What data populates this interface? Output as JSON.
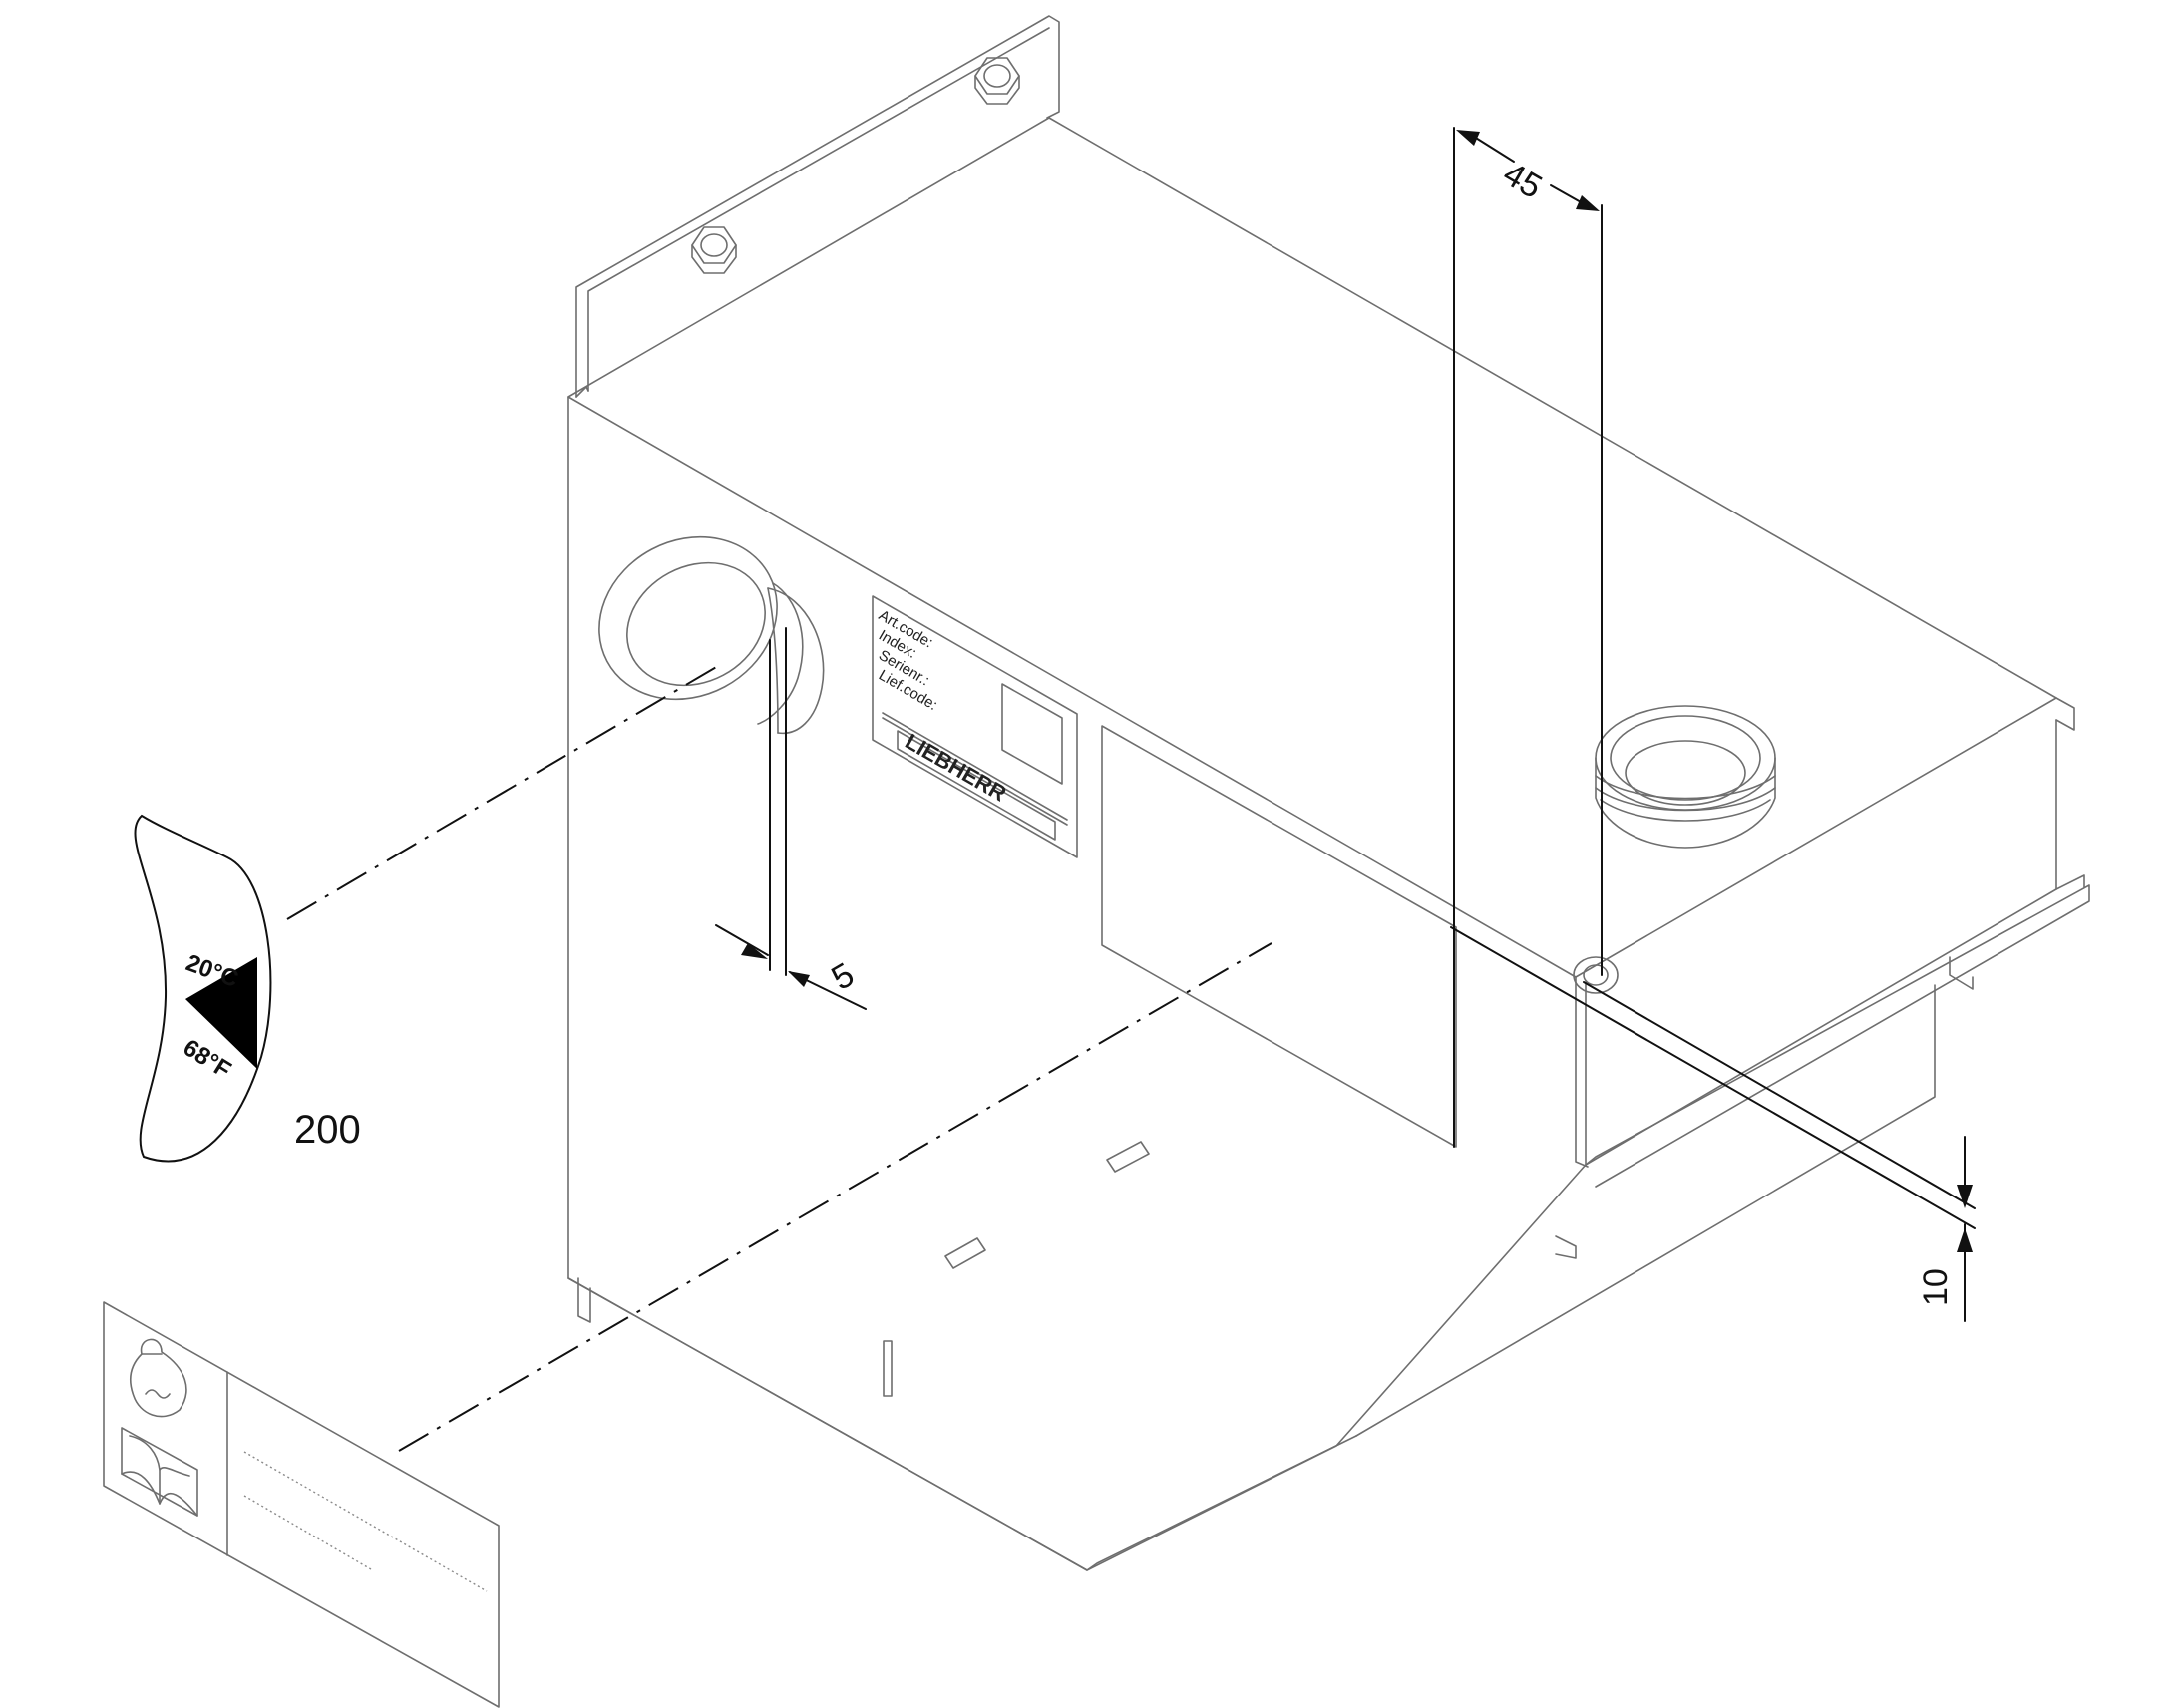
{
  "dimensions": {
    "top_width": "45",
    "gap": "5",
    "edge_offset": "10"
  },
  "decal": {
    "celsius": "20°C",
    "fahrenheit": "68°F",
    "item_number": "200"
  },
  "nameplate": {
    "lines": [
      "Art.code:",
      "Index:",
      "Serienr.:",
      "Lief.code:"
    ],
    "brand": "LIEBHERR"
  }
}
